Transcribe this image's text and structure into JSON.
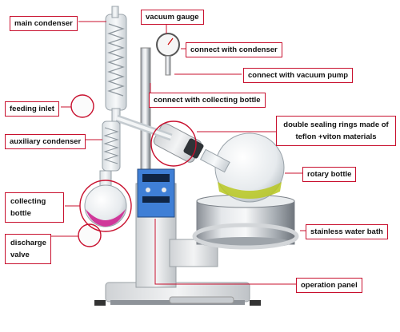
{
  "labels": {
    "main_condenser": "main condenser",
    "vacuum_gauge": "vacuum gauge",
    "connect_with_condenser": "connect with condenser",
    "connect_with_vacuum_pump": "connect with vacuum pump",
    "connect_with_collecting_bottle": "connect with collecting bottle",
    "feeding_inlet": "feeding inlet",
    "auxiliary_condenser": "auxiliary condenser",
    "double_sealing_rings": "double sealing rings made of teflon +viton materials",
    "rotary_bottle": "rotary bottle",
    "collecting_bottle": "collecting bottle",
    "stainless_water_bath": "stainless water bath",
    "discharge_valve": "discharge valve",
    "operation_panel": "operation panel"
  },
  "colors": {
    "label_border": "#c8102e",
    "leader_line": "#c8102e",
    "collected_liquid": "#d0389a",
    "rotary_liquid": "#b8c820",
    "control_panel": "#3f7fd6"
  }
}
